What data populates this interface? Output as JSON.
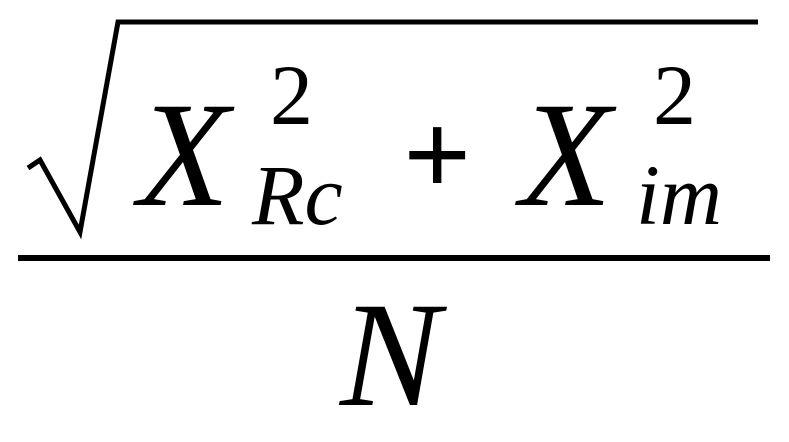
{
  "formula": {
    "numerator": {
      "term1": {
        "base": "X",
        "sup": "2",
        "sub": "Rc"
      },
      "operator": "+",
      "term2": {
        "base": "X",
        "sup": "2",
        "sub": "im"
      }
    },
    "denominator": "N"
  }
}
